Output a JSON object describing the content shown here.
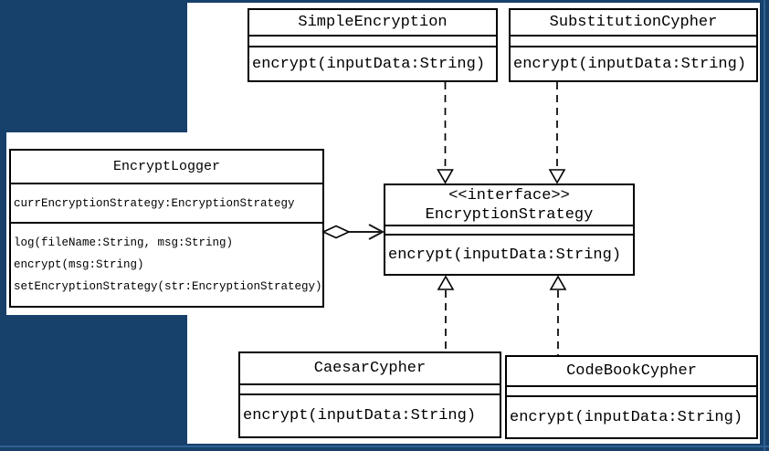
{
  "colors": {
    "frame_background": "#17406b",
    "canvas": "#ffffff",
    "box_border": "#000000",
    "text": "#000000"
  },
  "diagram": {
    "classes": {
      "simple_encryption": {
        "name": "SimpleEncryption",
        "attributes": [],
        "operations": [
          "encrypt(inputData:String)"
        ]
      },
      "substitution_cypher": {
        "name": "SubstitutionCypher",
        "attributes": [],
        "operations": [
          "encrypt(inputData:String)"
        ]
      },
      "encrypt_logger": {
        "name": "EncryptLogger",
        "attributes": [
          "currEncryptionStrategy:EncryptionStrategy"
        ],
        "operations": [
          "log(fileName:String, msg:String)",
          "encrypt(msg:String)",
          "setEncryptionStrategy(str:EncryptionStrategy)"
        ]
      },
      "encryption_strategy": {
        "stereotype": "<<interface>>",
        "name": "EncryptionStrategy",
        "attributes": [],
        "operations": [
          "encrypt(inputData:String)"
        ]
      },
      "caesar_cypher": {
        "name": "CaesarCypher",
        "attributes": [],
        "operations": [
          "encrypt(inputData:String)"
        ]
      },
      "codebook_cypher": {
        "name": "CodeBookCypher",
        "attributes": [],
        "operations": [
          "encrypt(inputData:String)"
        ]
      }
    },
    "relationships": [
      {
        "from": "SimpleEncryption",
        "to": "EncryptionStrategy",
        "type": "realization"
      },
      {
        "from": "SubstitutionCypher",
        "to": "EncryptionStrategy",
        "type": "realization"
      },
      {
        "from": "CaesarCypher",
        "to": "EncryptionStrategy",
        "type": "realization"
      },
      {
        "from": "CodeBookCypher",
        "to": "EncryptionStrategy",
        "type": "realization"
      },
      {
        "from": "EncryptLogger",
        "to": "EncryptionStrategy",
        "type": "aggregation"
      }
    ]
  }
}
